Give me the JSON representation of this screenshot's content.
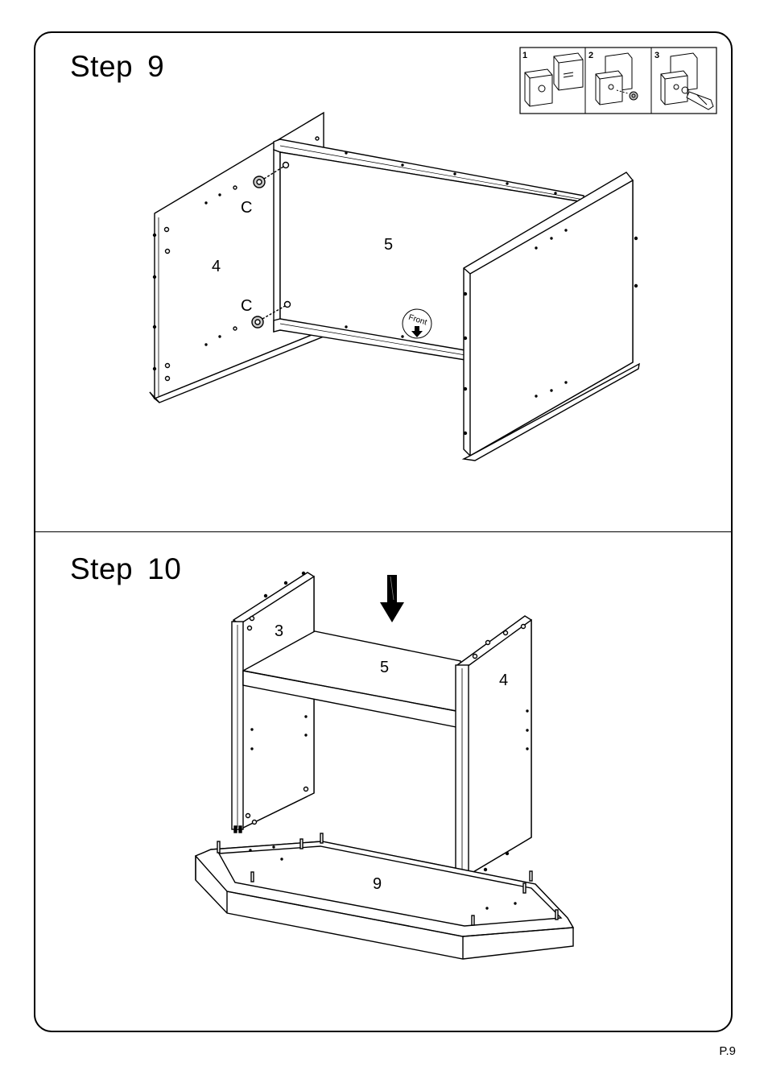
{
  "step9": {
    "title_word": "Step",
    "title_number": "9",
    "labels": {
      "left_panel": "4",
      "back_panel": "5",
      "cam_top": "C",
      "cam_bottom": "C",
      "front_badge": "Front"
    },
    "detail_numbers": [
      "1",
      "2",
      "3"
    ]
  },
  "step10": {
    "title_word": "Step",
    "title_number": "10",
    "labels": {
      "left_panel": "3",
      "shelf": "5",
      "right_panel": "4",
      "base": "9"
    }
  },
  "footer": {
    "page": "P.9"
  }
}
